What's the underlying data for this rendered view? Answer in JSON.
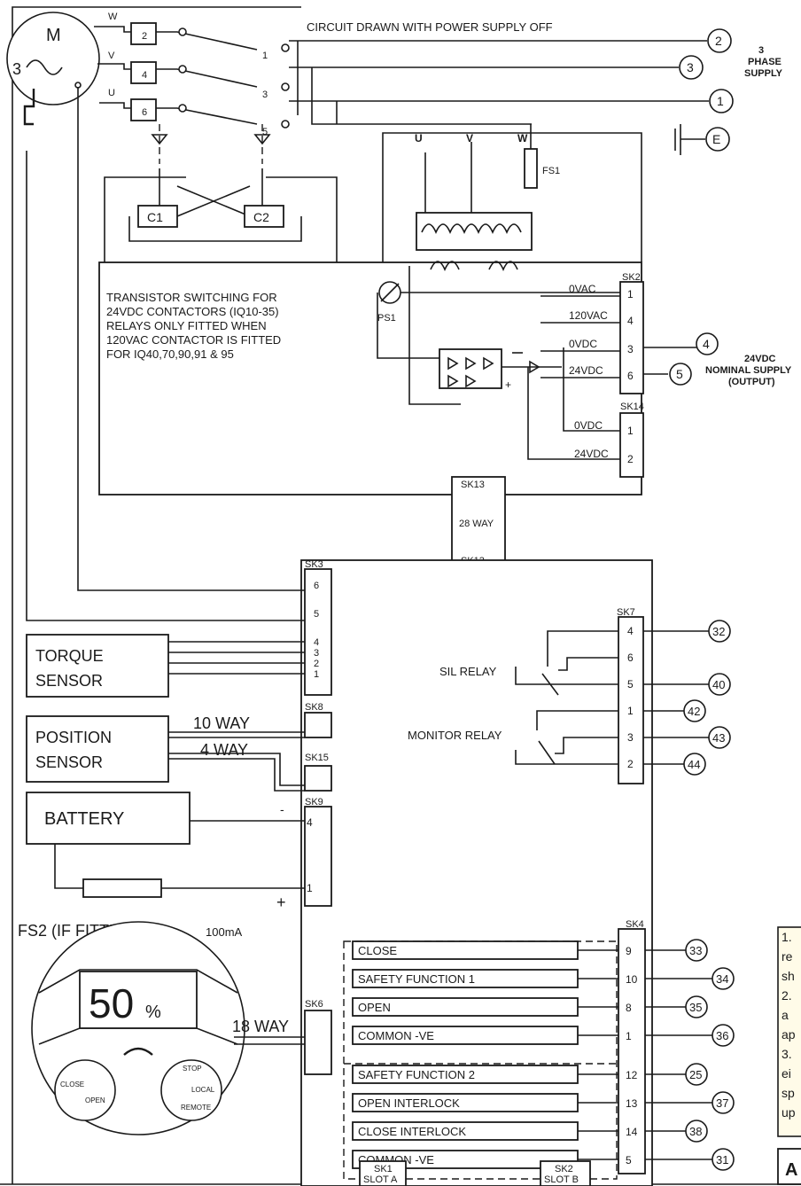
{
  "header": {
    "title": "CIRCUIT DRAWN WITH POWER SUPPLY OFF"
  },
  "motor": {
    "label_m": "M",
    "label_phase": "3",
    "phase_labels": [
      "W",
      "V",
      "U"
    ]
  },
  "supply": {
    "terminals": [
      "2",
      "3",
      "1"
    ],
    "label_line1": "3",
    "label_line2": "PHASE",
    "label_line3": "SUPPLY",
    "earth": "E"
  },
  "contactor_labels": {
    "c1": "C1",
    "c2": "C2",
    "contacts": [
      "2",
      "4",
      "6",
      "1",
      "3",
      "5"
    ]
  },
  "transformer": {
    "taps": [
      "U",
      "V",
      "W"
    ],
    "fuse": "FS1",
    "ps": "PS1"
  },
  "transistor_note": [
    "TRANSISTOR SWITCHING FOR",
    "24VDC CONTACTORS (IQ10-35)",
    "RELAYS ONLY FITTED WHEN",
    "120VAC CONTACTOR IS FITTED",
    "FOR IQ40,70,90,91 & 95"
  ],
  "sk2": {
    "name": "SK2",
    "rows": [
      {
        "label": "0VAC",
        "pin": "1"
      },
      {
        "label": "120VAC",
        "pin": "4"
      },
      {
        "label": "0VDC",
        "pin": "3"
      },
      {
        "label": "24VDC",
        "pin": "6"
      }
    ]
  },
  "dc_output": {
    "term_a": "4",
    "term_b": "5",
    "line1": "24VDC",
    "line2": "NOMINAL SUPPLY",
    "line3": "(OUTPUT)"
  },
  "sk14": {
    "name": "SK14",
    "rows": [
      {
        "label": "0VDC",
        "pin": "1"
      },
      {
        "label": "24VDC",
        "pin": "2"
      }
    ]
  },
  "sk13": {
    "top": "SK13",
    "mid": "28 WAY",
    "bottom": "SK13"
  },
  "sk3": {
    "name": "SK3",
    "pins": [
      "6",
      "5",
      "4",
      "3",
      "2",
      "1"
    ]
  },
  "sk7": {
    "name": "SK7",
    "pins": [
      "4",
      "6",
      "5",
      "1",
      "3",
      "2"
    ]
  },
  "relays": {
    "sil": "SIL RELAY",
    "monitor": "MONITOR RELAY"
  },
  "relay_terminals": [
    "32",
    "40",
    "42",
    "43",
    "44"
  ],
  "torque": {
    "line1": "TORQUE",
    "line2": "SENSOR"
  },
  "position": {
    "line1": "POSITION",
    "line2": "SENSOR",
    "way10": "10 WAY",
    "way4": "4 WAY"
  },
  "sk8": "SK8",
  "sk15": "SK15",
  "sk9": {
    "name": "SK9",
    "pin_top": "4",
    "pin_bottom": "1",
    "minus": "-",
    "plus": "+"
  },
  "battery": "BATTERY",
  "fs2": {
    "label": "FS2 (IF FITTED)",
    "rating": "100mA"
  },
  "display": {
    "value": "50",
    "unit": "%",
    "btn_left": [
      "CLOSE",
      "OPEN"
    ],
    "btn_right": [
      "STOP",
      "LOCAL",
      "REMOTE"
    ]
  },
  "sk6": {
    "name": "SK6",
    "way": "18 WAY"
  },
  "sk4": {
    "name": "SK4",
    "inputs": [
      {
        "label": "CLOSE",
        "pin": "9",
        "term": "33"
      },
      {
        "label": "SAFETY FUNCTION 1",
        "pin": "10",
        "term": "34"
      },
      {
        "label": "OPEN",
        "pin": "8",
        "term": "35"
      },
      {
        "label": "COMMON -VE",
        "pin": "1",
        "term": "36"
      },
      {
        "label": "SAFETY FUNCTION 2",
        "pin": "12",
        "term": "25"
      },
      {
        "label": "OPEN INTERLOCK",
        "pin": "13",
        "term": "37"
      },
      {
        "label": "CLOSE INTERLOCK",
        "pin": "14",
        "term": "38"
      },
      {
        "label": "COMMON -VE",
        "pin": "5",
        "term": "31"
      }
    ]
  },
  "slots": {
    "sk1": "SK1",
    "slot_a": "SLOT A",
    "sk2": "SK2",
    "slot_b": "SLOT B"
  },
  "side_note": [
    "1.",
    "re",
    "sh",
    "2.",
    "a",
    "ap",
    "3.",
    "ei",
    "sp",
    "up"
  ],
  "corner_mark": "A"
}
